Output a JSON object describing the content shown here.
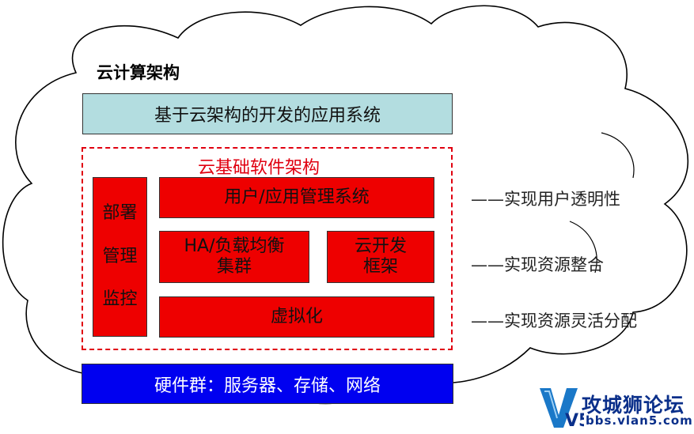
{
  "diagram": {
    "title": "云计算架构",
    "top_layer": "基于云架构的开发的应用系统",
    "middle_frame_label": "云基础软件架构",
    "side_block": [
      "部署",
      "管理",
      "监控"
    ],
    "user_app_management": "用户/应用管理系统",
    "ha_cluster": [
      "HA/负载均衡",
      "集群"
    ],
    "cloud_dev_framework": [
      "云开发",
      "框架"
    ],
    "virtualization": "虚拟化",
    "hardware": "硬件群：服务器、存储、网络",
    "notes": [
      "——实现用户透明性",
      "——实现资源整合",
      "——实现资源灵活分配"
    ],
    "colors": {
      "top_layer": "#b3dde0",
      "red_blocks": "#ee0000",
      "frame_border": "#e00010",
      "hardware": "#0000f0"
    }
  },
  "watermark": {
    "mark": "V5",
    "name": "攻城狮论坛",
    "url": "bbs.vlan5.com"
  }
}
